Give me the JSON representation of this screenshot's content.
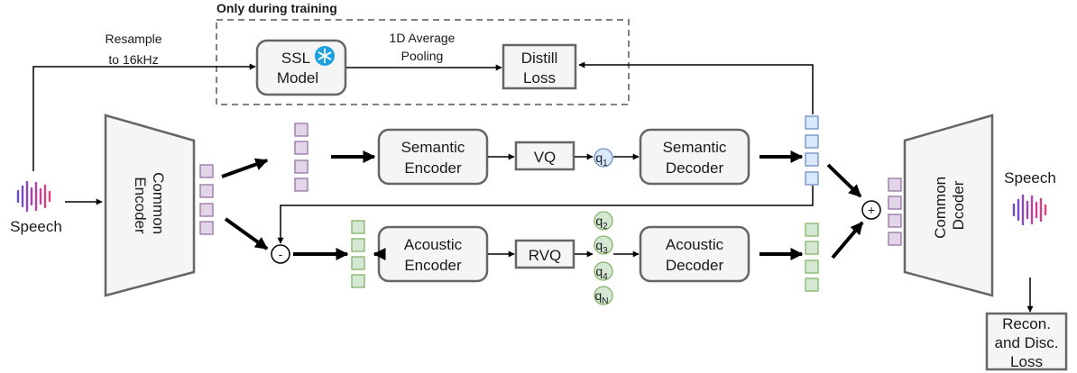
{
  "training_region": {
    "label": "Only during training"
  },
  "annotations": {
    "resample_line1": "Resample",
    "resample_line2": "to 16kHz",
    "pooling_line1": "1D Average",
    "pooling_line2": "Pooling"
  },
  "speech_in": {
    "label": "Speech"
  },
  "speech_out": {
    "label": "Speech"
  },
  "ssl_model": {
    "line1": "SSL",
    "line2": "Model",
    "frozen_icon": "snowflake-icon"
  },
  "distill_loss": {
    "line1": "Distill",
    "line2": "Loss"
  },
  "common_encoder": {
    "line1": "Common",
    "line2": "Encoder"
  },
  "common_decoder": {
    "line1": "Common",
    "line2": "Dcoder"
  },
  "semantic_encoder": {
    "line1": "Semantic",
    "line2": "Encoder"
  },
  "semantic_decoder": {
    "line1": "Semantic",
    "line2": "Decoder"
  },
  "acoustic_encoder": {
    "line1": "Acoustic",
    "line2": "Encoder"
  },
  "acoustic_decoder": {
    "line1": "Acoustic",
    "line2": "Decoder"
  },
  "vq": {
    "label": "VQ"
  },
  "rvq": {
    "label": "RVQ"
  },
  "codes": {
    "semantic": {
      "base": "q",
      "sub": "1"
    },
    "acoustic": [
      {
        "base": "q",
        "sub": "2"
      },
      {
        "base": "q",
        "sub": "3"
      },
      {
        "base": "q",
        "sub": "4"
      },
      {
        "base": "q",
        "sub": "N"
      }
    ]
  },
  "operators": {
    "subtract": "-",
    "add": "+"
  },
  "recon_loss": {
    "line1": "Recon.",
    "line2": "and Disc.",
    "line3": "Loss"
  },
  "colors": {
    "purple_fill": "#e1d5e7",
    "purple_stroke": "#9673a6",
    "blue_fill": "#dae8fc",
    "blue_stroke": "#6c8ebf",
    "green_fill": "#d5e8d4",
    "green_stroke": "#82b366",
    "box_fill": "#f5f5f5",
    "box_stroke": "#666666",
    "snow": "#1ba1e2"
  }
}
